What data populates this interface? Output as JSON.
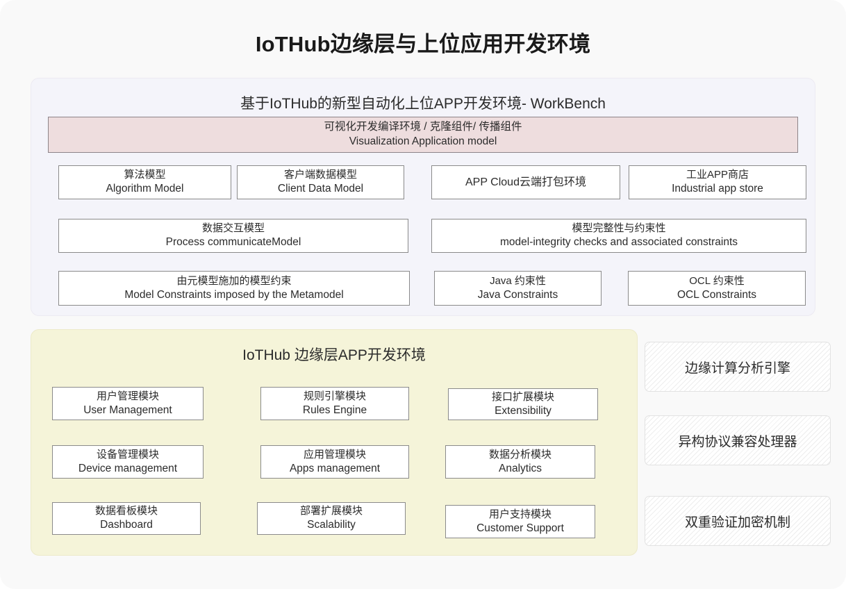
{
  "page": {
    "title": "IoTHub边缘层与上位应用开发环境",
    "background_color": "#f9f9f9"
  },
  "top_panel": {
    "heading": "基于IoTHub的新型自动化上位APP开发环境- WorkBench",
    "background_color": "#f4f4fa",
    "banner": {
      "line_cn": "可视化开发编译环境 / 克隆组件/ 传播组件",
      "line_en": "Visualization Application model",
      "background_color": "#eeddde",
      "border_color": "#8d8489"
    },
    "boxes": [
      {
        "cn": "算法模型",
        "en": "Algorithm Model"
      },
      {
        "cn": "客户端数据模型",
        "en": "Client Data Model"
      },
      {
        "cn": "APP Cloud云端打包环境",
        "en": ""
      },
      {
        "cn": "工业APP商店",
        "en": "Industrial app store"
      },
      {
        "cn": "数据交互模型",
        "en": "Process communicateModel"
      },
      {
        "cn": "模型完整性与约束性",
        "en": "model-integrity checks and associated constraints"
      },
      {
        "cn": "由元模型施加的模型约束",
        "en": "Model Constraints imposed by the Metamodel"
      },
      {
        "cn": "Java 约束性",
        "en": "Java Constraints"
      },
      {
        "cn": "OCL 约束性",
        "en": "OCL Constraints"
      }
    ]
  },
  "bottom_panel": {
    "heading": "IoTHub 边缘层APP开发环境",
    "background_color": "#f5f4d9",
    "boxes": [
      {
        "cn": "用户管理模块",
        "en": "User Management"
      },
      {
        "cn": "规则引擎模块",
        "en": "Rules Engine"
      },
      {
        "cn": "接口扩展模块",
        "en": "Extensibility"
      },
      {
        "cn": "设备管理模块",
        "en": "Device management"
      },
      {
        "cn": "应用管理模块",
        "en": "Apps management"
      },
      {
        "cn": "数据分析模块",
        "en": "Analytics"
      },
      {
        "cn": "数据看板模块",
        "en": "Dashboard"
      },
      {
        "cn": "部署扩展模块",
        "en": "Scalability"
      },
      {
        "cn": "用户支持模块",
        "en": "Customer Support"
      }
    ]
  },
  "side_column": {
    "boxes": [
      {
        "cn": "边缘计算分析引擎"
      },
      {
        "cn": "异构协议兼容处理器"
      },
      {
        "cn": "双重验证加密机制"
      }
    ]
  }
}
